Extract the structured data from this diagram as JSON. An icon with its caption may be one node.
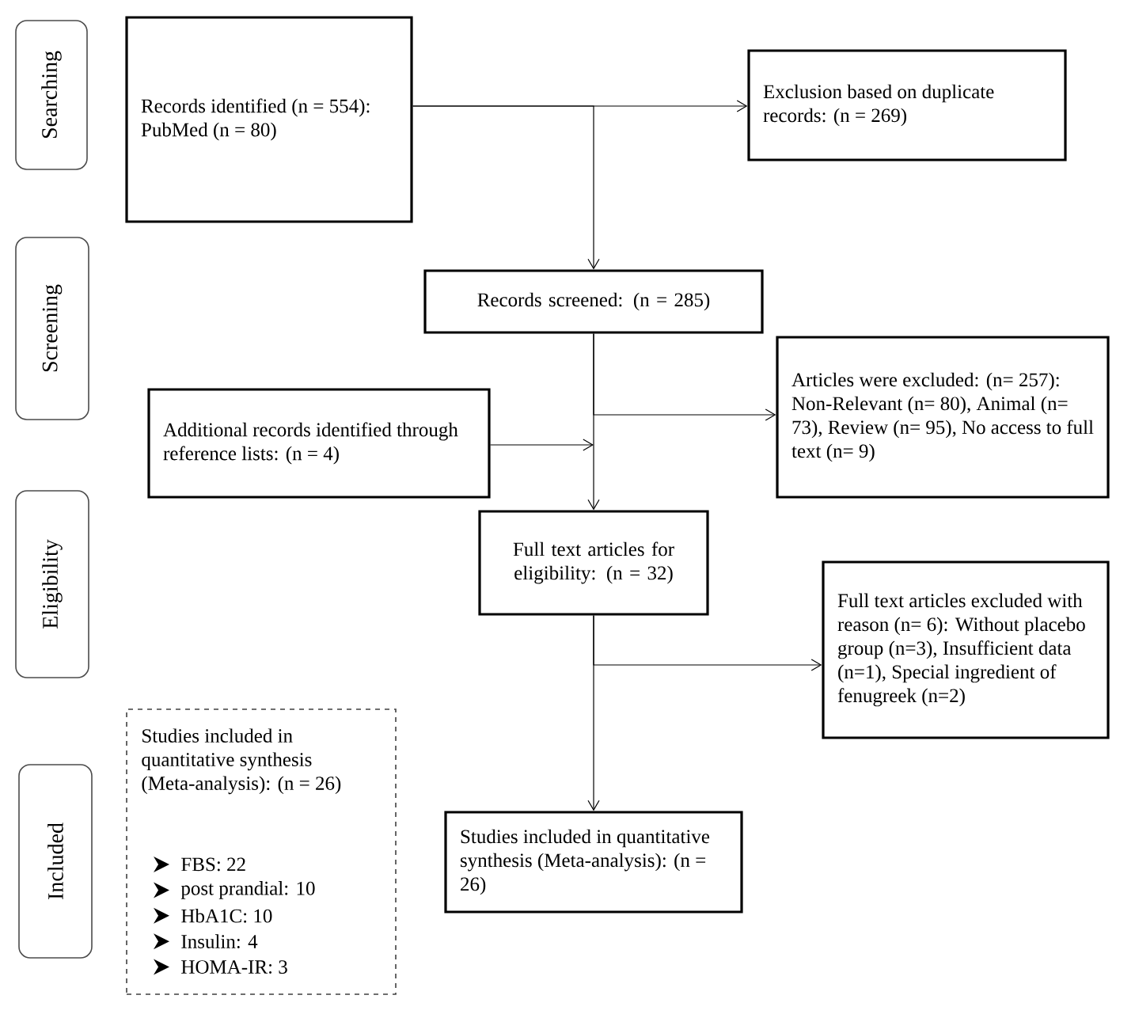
{
  "diagram": {
    "nodes": [
      {
        "text": [
          "Searching"
        ]
      },
      {
        "text": [
          "Screening"
        ]
      },
      {
        "text": [
          "Eligibility"
        ]
      },
      {
        "text": [
          "Included"
        ]
      },
      {
        "text": [
          "Records identified (n = 554):",
          "PubMed (n = 80)"
        ]
      },
      {
        "text": [
          "Exclusion based on duplicate records: (n = 269)"
        ]
      },
      {
        "text": [
          "Records screened: (n = 285)"
        ]
      },
      {
        "text": [
          "Additional records identified through reference lists: (n = 4)"
        ]
      },
      {
        "text": [
          "Articles were excluded: (n= 257): Non-Relevant (n= 80), Animal (n= 73), Review (n= 95), No access to full text (n= 9)"
        ]
      },
      {
        "text": [
          "Full text articles for eligibility: (n = 32)"
        ]
      },
      {
        "text": [
          "Full text articles excluded with reason (n= 6): Without placebo group (n=3), Insufficient data (n=1), Special ingredient of fenugreek (n=2)"
        ]
      },
      {
        "text": [
          "Studies included in quantitative synthesis (Meta-analysis): (n = 26)",
          "FBS: 22",
          "post prandial: 10",
          "HbA1C: 10",
          "Insulin: 4",
          "HOMA-IR: 3"
        ]
      },
      {
        "text": [
          "Studies included in quantitative synthesis (Meta-analysis): (n = 26)"
        ]
      }
    ],
    "edges": [
      {
        "from": 4,
        "to": 5,
        "arrow": "to"
      },
      {
        "from": 4,
        "to": 6,
        "arrow": "to"
      },
      {
        "from": 6,
        "to": 8,
        "arrow": "to"
      },
      {
        "from": 7,
        "to": 9,
        "arrow": "to"
      },
      {
        "from": 6,
        "to": 9,
        "arrow": "to"
      },
      {
        "from": 9,
        "to": 10,
        "arrow": "to"
      },
      {
        "from": 9,
        "to": 12,
        "arrow": "to"
      }
    ]
  }
}
